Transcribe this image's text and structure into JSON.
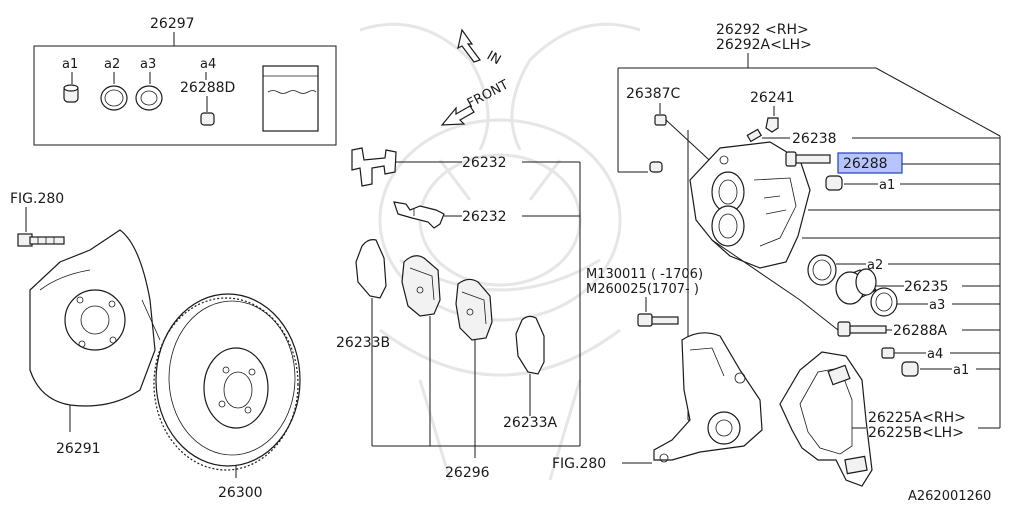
{
  "diagram": {
    "labels": {
      "kit": "26297",
      "kit_a1": "a1",
      "kit_a2": "a2",
      "kit_a3": "a3",
      "kit_a4": "a4",
      "kit_26288d": "26288D",
      "fig280_top": "FIG.280",
      "shield": "26291",
      "rotor": "26300",
      "arrow_in": "IN",
      "arrow_front": "FRONT",
      "clip_upper": "26232",
      "clip_lower": "26232",
      "pad_outer": "26233B",
      "pad_inner": "26233A",
      "pad_set": "26296",
      "caliper_rh": "26292 <RH>",
      "caliper_lh": "26292A<LH>",
      "bleeder_cap": "26387C",
      "bleeder": "26241",
      "screw": "26238",
      "pin_bolt": "26288",
      "boot_a1": "a1",
      "seal_a2": "a2",
      "piston": "26235",
      "boot_a3": "a3",
      "guide_pin": "26288A",
      "boot_a4": "a4",
      "boot_a1_lower": "a1",
      "bolt_m1": "M130011 ( -1706)",
      "bolt_m2": "M260025(1707- )",
      "support_rh": "26225A<RH>",
      "support_lh": "26225B<LH>",
      "fig280_bottom": "FIG.280",
      "ref_code": "A262001260"
    },
    "colors": {
      "highlight_fill": "#b8c4ff",
      "highlight_border": "#1f3fbf",
      "line": "#1a1a1a",
      "watermark": "#e6e6e6"
    }
  }
}
